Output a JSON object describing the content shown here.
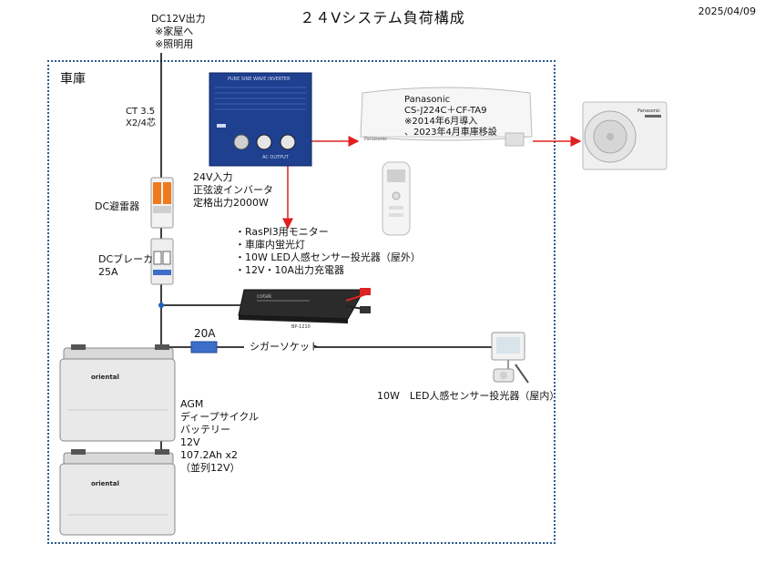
{
  "title": "２４Vシステム負荷構成",
  "date": "2025/04/09",
  "garage_label": "車庫",
  "dc_output": {
    "label": "DC12V出力",
    "notes": [
      "※家屋へ",
      "※照明用"
    ]
  },
  "ct": {
    "lines": [
      "CT 3.5",
      "X2/4芯"
    ]
  },
  "surge": {
    "label": "DC避雷器"
  },
  "breaker": {
    "lines": [
      "DCブレーカ",
      "25A"
    ]
  },
  "inverter": {
    "panel_title": "PURE SINE WAVE INVERTER",
    "panel_output": "AC OUTPUT",
    "lines": [
      "24V入力",
      "正弦波インバータ",
      "定格出力2000W"
    ]
  },
  "aircon": {
    "brand": "Panasonic",
    "lines": [
      "Panasonic",
      "CS-J224C＋CF-TA9",
      "※2014年6月導入",
      "、2023年4月車庫移設"
    ],
    "unit_brand": "Panasonic",
    "outdoor_brand": "Panasonic"
  },
  "charger": {
    "brand": "cotek",
    "model": "BP-1210",
    "loads": [
      "・RasPI3用モニター",
      "・車庫内蛍光灯",
      "・10W LED人感センサー投光器（屋外）",
      "・12V・10A出力充電器"
    ]
  },
  "fuse": {
    "label": "20A"
  },
  "cigar": {
    "label": "シガーソケット"
  },
  "sensor_light": {
    "label": "10W　LED人感センサー投光器（屋内）"
  },
  "battery": {
    "brand": "oriental",
    "lines": [
      "AGM",
      "ディープサイクル",
      "バッテリー",
      "12V",
      "107.2Ah  x2",
      "（並列12V）"
    ]
  },
  "colors": {
    "wire": "#000000",
    "ac_wire": "#e02020",
    "inverter_body": "#1f3f8f",
    "garage_border": "#2b5a8a",
    "surge_orange": "#f07a1a",
    "fuse_blue": "#3d6fc9",
    "junction": "#1f5fbf"
  }
}
